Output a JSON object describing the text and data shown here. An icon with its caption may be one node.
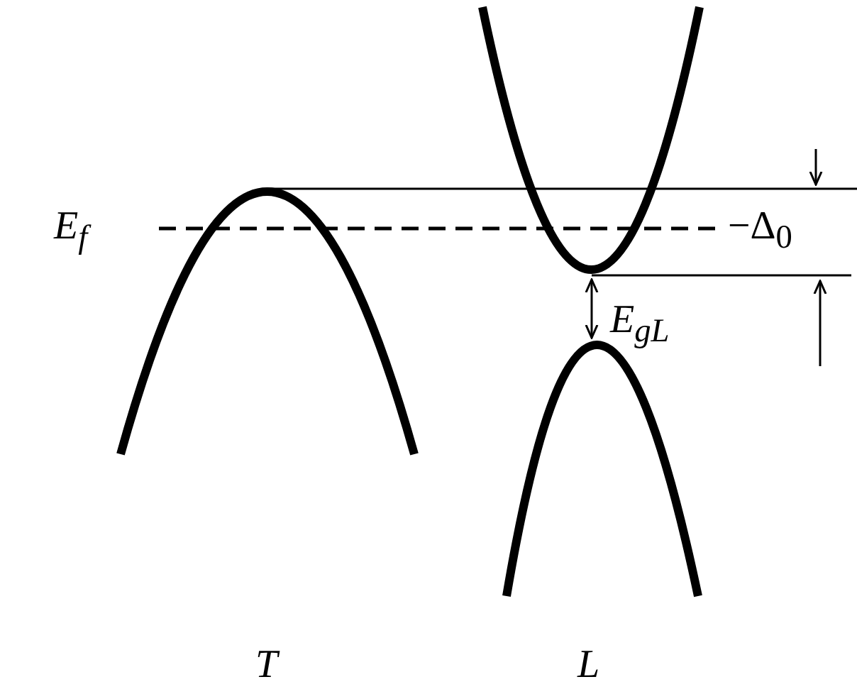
{
  "diagram": {
    "labels": [
      "E$_{f}$",
      "−Δ$_{0}$",
      "E$_{gL}$",
      "T",
      "L"
    ]
  }
}
